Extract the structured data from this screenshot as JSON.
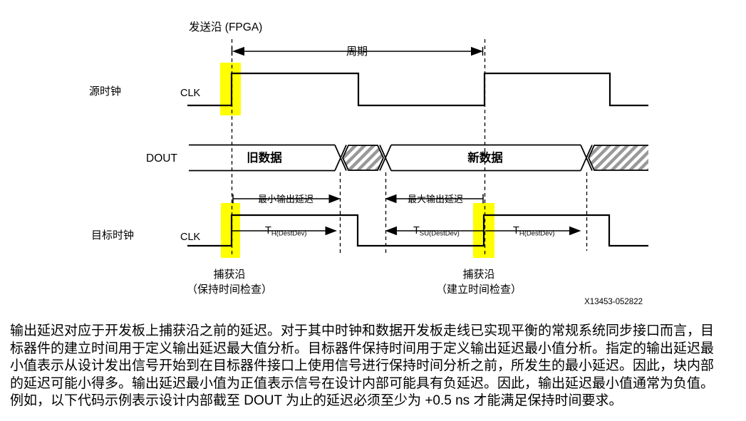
{
  "figure": {
    "send_edge_label": "发送沿 (FPGA)",
    "period_label": "周期",
    "source_clock_row_label": "源时钟",
    "source_clk_label": "CLK",
    "dout_label": "DOUT",
    "target_clock_row_label": "目标时钟",
    "target_clk_label": "CLK",
    "bus": {
      "old_data": "旧数据",
      "new_data": "新数据"
    },
    "annotations": {
      "min_output_delay": "最小输出延迟",
      "max_output_delay": "最大输出延迟",
      "t_hold_main": "T",
      "t_hold_sub": "H(DestDev)",
      "t_setup_main": "T",
      "t_setup_sub": "SU(DestDev)"
    },
    "capture_hold_line1": "捕获沿",
    "capture_hold_line2": "（保持时间检查）",
    "capture_setup_line1": "捕获沿",
    "capture_setup_line2": "（建立时间检查）",
    "figure_id": "X13453-052822",
    "colors": {
      "highlight": "#FFFF00",
      "line": "#000000",
      "hatch": "#999999"
    }
  },
  "paragraph": {
    "lines": [
      "输出延迟对应于开发板上捕获沿之前的延迟。对于其中时钟和数据开发板走线已实现平衡的常规系统同步接口而言，目",
      "标器件的建立时间用于定义输出延迟最大值分析。目标器件保持时间用于定义输出延迟最小值分析。指定的输出延迟最",
      "小值表示从设计发出信号开始到在目标器件接口上使用信号进行保持时间分析之前，所发生的最小延迟。因此，块内部",
      "的延迟可能小得多。输出延迟最小值为正值表示信号在设计内部可能具有负延迟。因此，输出延迟最小值通常为负值。",
      "例如，以下代码示例表示设计内部截至 DOUT 为止的延迟必须至少为 +0.5 ns 才能满足保持时间要求。"
    ]
  }
}
